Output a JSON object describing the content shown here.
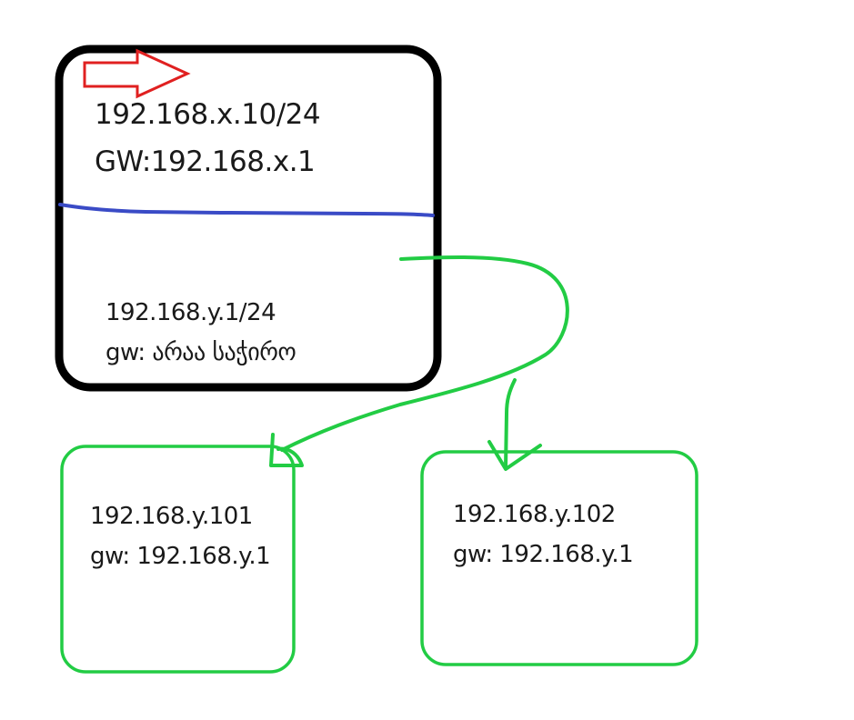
{
  "router": {
    "wan_ip": "192.168.x.10/24",
    "wan_gw": "GW:192.168.x.1",
    "lan_ip": "192.168.y.1/24",
    "lan_gw": "gw: არაა საჭირო"
  },
  "hosts": [
    {
      "ip": "192.168.y.101",
      "gw": "gw: 192.168.y.1"
    },
    {
      "ip": "192.168.y.102",
      "gw": "gw: 192.168.y.1"
    }
  ],
  "colors": {
    "router_border": "#000000",
    "divider": "#3a4bc6",
    "host_border": "#22cc44",
    "connector": "#22cc44",
    "wan_arrow": "#e02020"
  }
}
